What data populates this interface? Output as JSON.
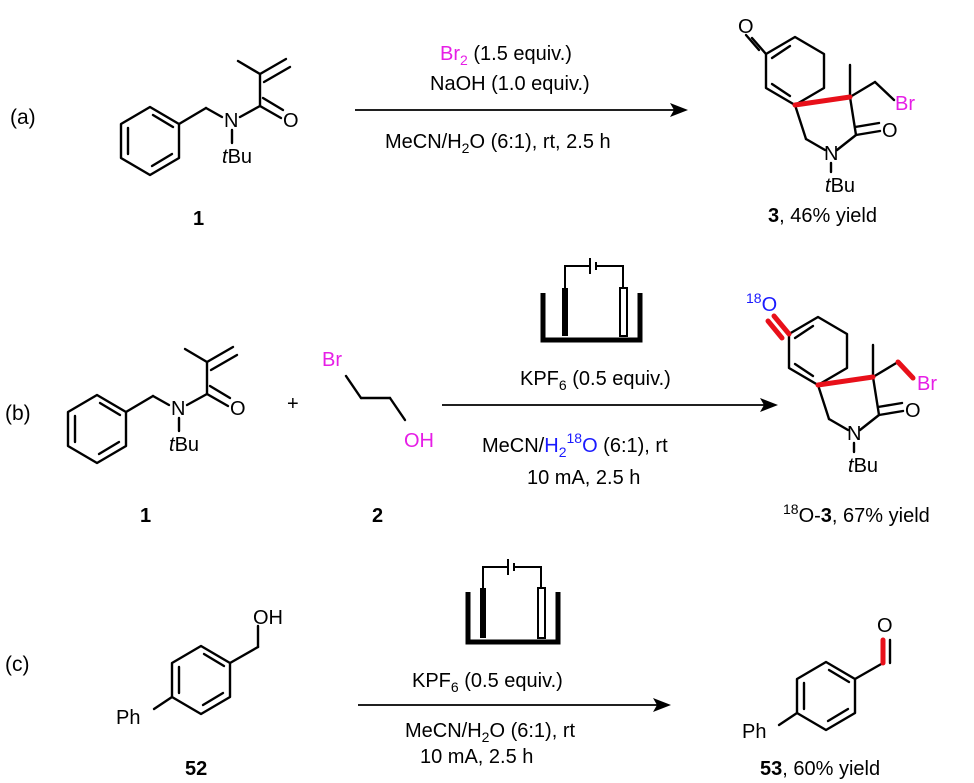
{
  "colors": {
    "reagent_br": "#e61ee6",
    "label_2": "#e61ee6",
    "isotope": "#1a1aff",
    "new_bond": "#e8101a",
    "text": "#000000"
  },
  "panel_a": {
    "label": "(a)",
    "reagent1_formula": "Br",
    "reagent1_sub": "2",
    "reagent1_amount": " (1.5 equiv.)",
    "reagent2": "NaOH (1.0 equiv.)",
    "conditions_pre": "MeCN/H",
    "conditions_sub": "2",
    "conditions_post": "O (6:1), rt, 2.5 h",
    "sm_label": "1",
    "product_label": "3",
    "product_yield": ", 46% yield",
    "atoms": {
      "n": "N",
      "o": "O",
      "t": "t",
      "bu": "Bu",
      "o_prod": "O",
      "br_prod": "Br",
      "o_lactam": "O",
      "n_lactam": "N",
      "t2": "t",
      "bu2": "Bu"
    }
  },
  "panel_b": {
    "label": "(b)",
    "plus": "+",
    "cpd2_br": "Br",
    "cpd2_oh": "OH",
    "reagent_pre": "KPF",
    "reagent_sub": "6",
    "reagent_post": " (0.5 equiv.)",
    "cond_pre": "MeCN/",
    "cond_h": "H",
    "cond_h_sub": "2",
    "cond_iso": "18",
    "cond_o": "O",
    "cond_post": " (6:1), rt",
    "cond2": "10 mA, 2.5 h",
    "sm1_label": "1",
    "sm2_label": "2",
    "product_iso": "18",
    "product_o": "O-",
    "product_label": "3",
    "product_yield": ", 67% yield",
    "atoms": {
      "n": "N",
      "o": "O",
      "t": "t",
      "bu": "Bu",
      "o_prod_iso": "18",
      "o_prod": "O",
      "br_prod": "Br",
      "o_lactam": "O",
      "n_lactam": "N",
      "t2": "t",
      "bu2": "Bu"
    }
  },
  "panel_c": {
    "label": "(c)",
    "reagent_pre": "KPF",
    "reagent_sub": "6",
    "reagent_post": " (0.5 equiv.)",
    "cond_pre": "MeCN/H",
    "cond_sub": "2",
    "cond_post": "O (6:1), rt",
    "cond2": "10 mA, 2.5 h",
    "sm_label": "52",
    "product_label": "53",
    "product_yield": ", 60% yield",
    "atoms": {
      "oh": "OH",
      "ph_sm": "Ph",
      "o_prod": "O",
      "ph_prod": "Ph"
    }
  }
}
